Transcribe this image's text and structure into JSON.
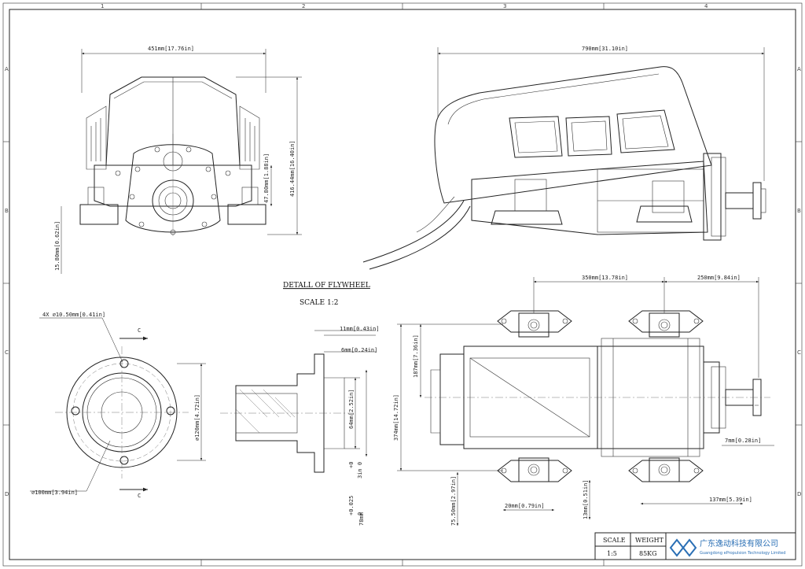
{
  "sheet": {
    "border_zones_top": [
      "1",
      "2",
      "3",
      "4"
    ],
    "border_zones_side": [
      "A",
      "B",
      "C",
      "D"
    ]
  },
  "detail": {
    "title": "DETALL OF FLYWHEEL",
    "scale": "SCALE 1:2",
    "section_mark": "C"
  },
  "dimensions": {
    "front_width": "451mm[17.76in]",
    "front_height": "416.44mm[16.40in]",
    "front_partial": "47.80mm[1.88in]",
    "front_base": "15.80mm[0.62in]",
    "side_length": "790mm[31.10in]",
    "top_spacing": "350mm[13.78in]",
    "top_shaft": "250mm[9.84in]",
    "top_height": "374mm[14.72in]",
    "top_mid": "187mm[7.36in]",
    "top_shaft_offset": "7mm[0.28in]",
    "top_bottom_left": "75.50mm[2.97in]",
    "top_bolt": "13mm[0.51in]",
    "top_bolt_spacing": "20mm[0.79in]",
    "top_right": "137mm[5.39in]",
    "flywheel_holes": "4X ∅10.50mm[0.41in]",
    "flywheel_pcd": "∅120mm[4.72in]",
    "flywheel_od": "∅100mm[3.94in]",
    "section_flange": "11mm[0.43in]",
    "section_step": "6mm[0.24in]",
    "section_bore": "64mm[2.52in]",
    "section_tol_upper": "+0",
    "section_tol_lower": "+0.025",
    "section_tol_upper_in": "3in  0",
    "section_bore2": "78mm",
    "section_tol_lower_in": "0"
  },
  "title_block": {
    "scale_label": "SCALE",
    "weight_label": "WEIGHT",
    "scale_value": "1:5",
    "weight_value": "85KG",
    "company_cn": "广东逸动科技有限公司",
    "company_en": "Guangdong ePropulsion Technology Limited"
  },
  "colors": {
    "line": "#222222",
    "logo": "#2a6fb5"
  }
}
